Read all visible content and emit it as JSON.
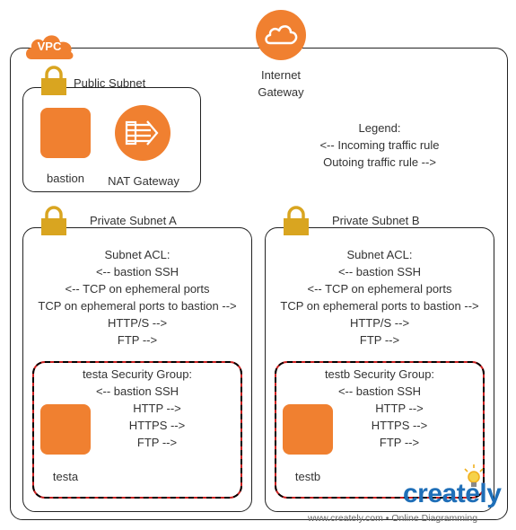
{
  "vpc_label": "VPC",
  "igw": {
    "line1": "Internet",
    "line2": "Gateway"
  },
  "legend": {
    "title": "Legend:",
    "incoming": "<-- Incoming traffic rule",
    "outgoing": "Outoing traffic rule -->"
  },
  "public_subnet": {
    "title": "Public Subnet",
    "bastion": "bastion",
    "nat": "NAT Gateway"
  },
  "private_a": {
    "title": "Private Subnet A",
    "acl": [
      "Subnet ACL:",
      "<-- bastion SSH",
      "<-- TCP on ephemeral ports",
      "TCP on ephemeral ports to bastion -->",
      "HTTP/S -->",
      "FTP -->"
    ],
    "sg_title": "testa Security Group:",
    "sg_rules": [
      "<-- bastion SSH",
      "HTTP -->",
      "HTTPS -->",
      "FTP -->"
    ],
    "instance": "testa"
  },
  "private_b": {
    "title": "Private Subnet B",
    "acl": [
      "Subnet ACL:",
      "<-- bastion SSH",
      "<-- TCP on ephemeral ports",
      "TCP on ephemeral ports to bastion -->",
      "HTTP/S -->",
      "FTP -->"
    ],
    "sg_title": "testb Security Group:",
    "sg_rules": [
      "<-- bastion SSH",
      "HTTP -->",
      "HTTPS -->",
      "FTP -->"
    ],
    "instance": "testb"
  },
  "footer": {
    "logo": "creately",
    "url": "www.creately.com • Online Diagramming"
  },
  "colors": {
    "aws_orange": "#f08030",
    "lock_gold": "#d9a520",
    "sg_red": "#cc1f1f",
    "creately_blue": "#1f6fb8"
  }
}
